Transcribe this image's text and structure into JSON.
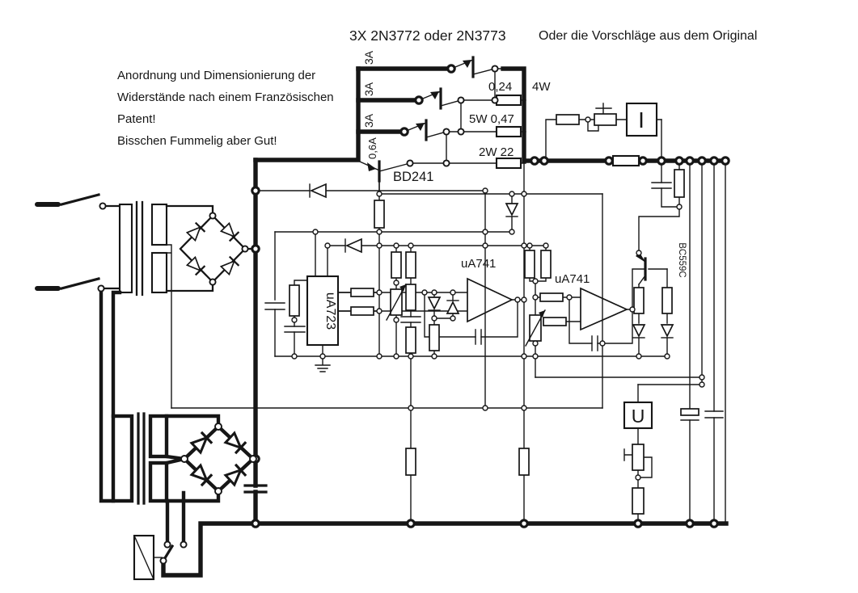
{
  "title": {
    "main": "3X 2N3772 oder 2N3773",
    "suffix": "Oder die Vorschläge aus dem Original"
  },
  "annotation": {
    "line1": "Anordnung und Dimensionierung der",
    "line2": "Widerstände nach einem Französischen",
    "line3": "Patent!",
    "line4": "Bisschen Fummelig aber Gut!"
  },
  "power_stage": {
    "t1_current": "3A",
    "t2_current": "3A",
    "t3_current": "3A",
    "driver_current": "0,6A",
    "driver_label": "BD241",
    "r1_value": "0,24",
    "r1_power": "4W",
    "r2_label": "5W 0,47",
    "r3_label": "2W 22"
  },
  "ics": {
    "regulator": "uA723",
    "opamp1": "uA741",
    "opamp2": "uA741",
    "pnp": "BC559C"
  },
  "meters": {
    "ammeter": "I",
    "voltmeter": "U"
  },
  "colors": {
    "ink": "#161616",
    "paper": "#ffffff"
  }
}
